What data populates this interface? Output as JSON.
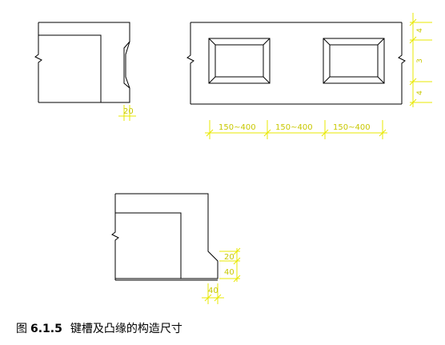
{
  "caption": {
    "prefix": "图",
    "number": "6.1.5",
    "title": "键槽及凸缘的构造尺寸"
  },
  "detail_a": {
    "dim_width": "20"
  },
  "detail_b": {
    "spacing_labels": [
      "150~400",
      "150~400",
      "150~400"
    ],
    "vertical_labels": [
      "4",
      "3",
      "4"
    ]
  },
  "detail_c": {
    "dim_upper": "20",
    "dim_lower": "40",
    "dim_bottom": "40"
  },
  "colors": {
    "line": "#000000",
    "dimension": "#e8e800"
  }
}
